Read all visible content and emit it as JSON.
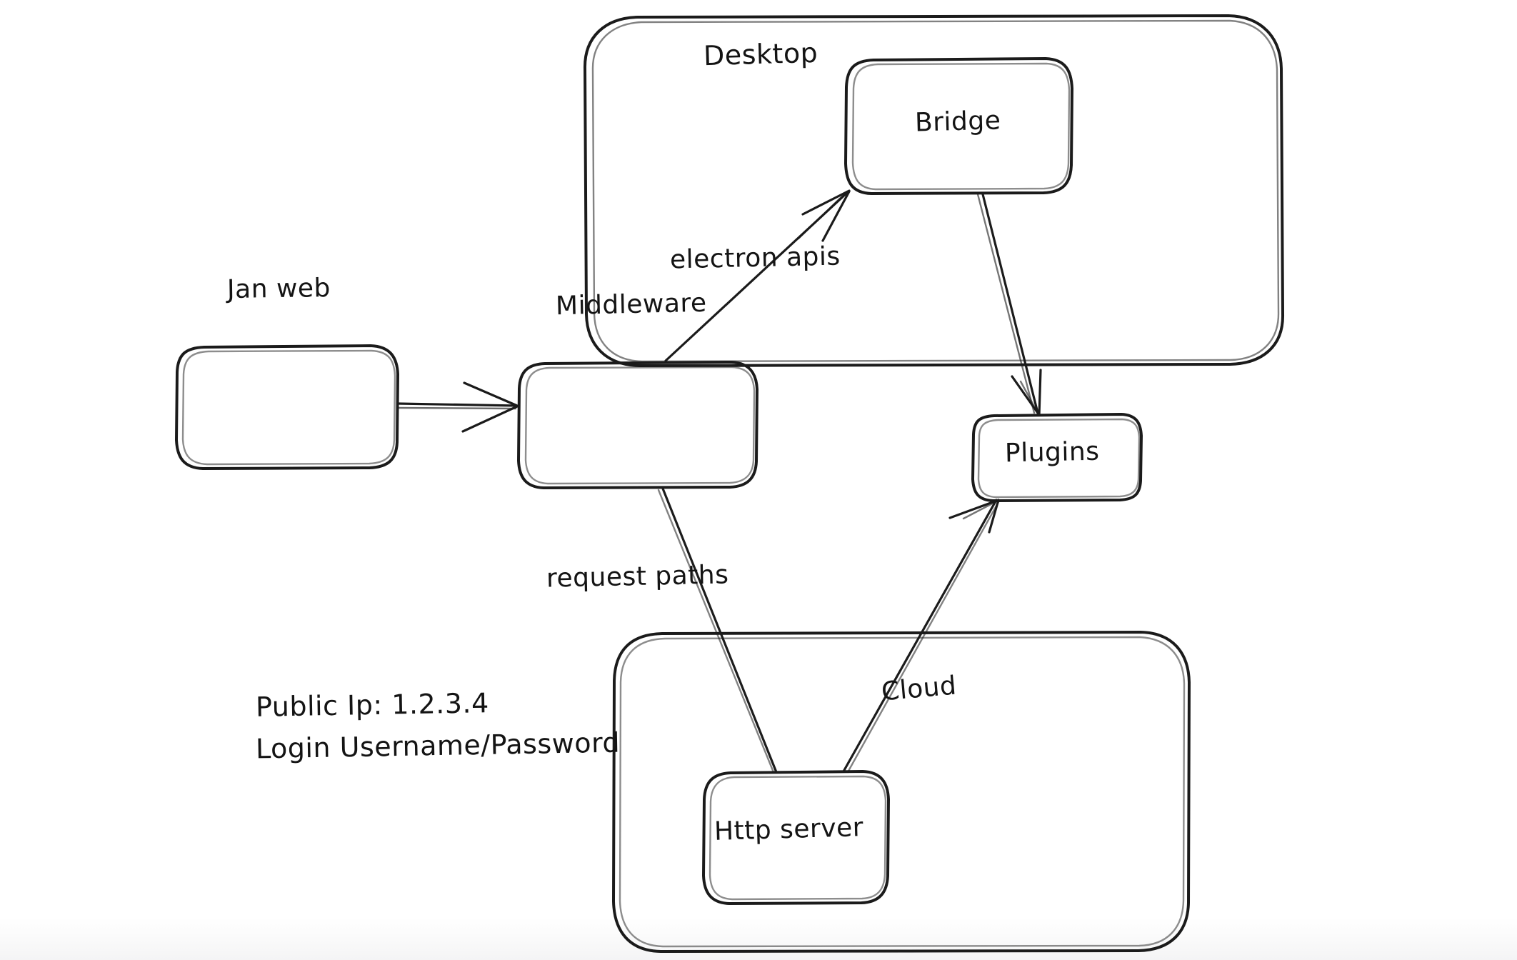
{
  "diagram": {
    "title_visible": false,
    "background_color": "#ffffff",
    "stroke_color": "#1b1b1b",
    "text_color": "#141414",
    "style": "hand-drawn whiteboard sketch",
    "groups": [
      {
        "id": "desktop",
        "label": "Desktop"
      },
      {
        "id": "cloud",
        "label": ""
      }
    ],
    "nodes": [
      {
        "id": "jan-web",
        "label": "Jan web"
      },
      {
        "id": "middleware",
        "label": "Middleware"
      },
      {
        "id": "bridge",
        "label": "Bridge"
      },
      {
        "id": "plugins",
        "label": "Plugins"
      },
      {
        "id": "http-server",
        "label": "Http server"
      }
    ],
    "edges": [
      {
        "id": "jan-web-to-middleware",
        "from": "jan-web",
        "to": "middleware",
        "label": ""
      },
      {
        "id": "middleware-to-bridge",
        "from": "middleware",
        "to": "bridge",
        "label": "electron apis"
      },
      {
        "id": "bridge-to-plugins",
        "from": "bridge",
        "to": "plugins",
        "label": ""
      },
      {
        "id": "middleware-to-http",
        "from": "middleware",
        "to": "http-server",
        "label": "request paths"
      },
      {
        "id": "http-to-plugins",
        "from": "http-server",
        "to": "plugins",
        "label": "Cloud"
      }
    ],
    "notes": {
      "public_ip": "Public Ip: 1.2.3.4",
      "login": "Login Username/Password"
    }
  }
}
